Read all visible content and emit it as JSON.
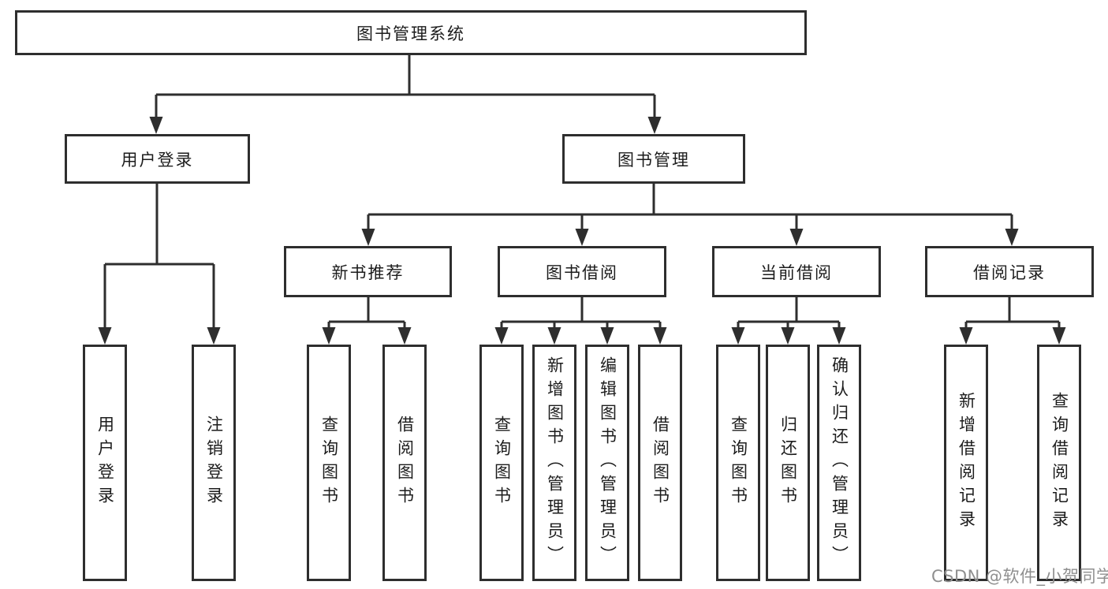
{
  "colors": {
    "line": "#2e2e2e",
    "box_border": "#2e2e2e",
    "text": "#1c1c1c",
    "watermark": "#8f8f8f",
    "background": "#ffffff"
  },
  "watermark": {
    "text": "CSDN @软件_小贺同学"
  },
  "tree": {
    "root": {
      "label": "图书管理系统",
      "children": [
        {
          "label": "用户登录",
          "children": [
            {
              "label": "用户登录"
            },
            {
              "label": "注销登录"
            }
          ]
        },
        {
          "label": "图书管理",
          "children": [
            {
              "label": "新书推荐",
              "children": [
                {
                  "label": "查询图书"
                },
                {
                  "label": "借阅图书"
                }
              ]
            },
            {
              "label": "图书借阅",
              "children": [
                {
                  "label": "查询图书"
                },
                {
                  "label": "新增图书（管理员）"
                },
                {
                  "label": "编辑图书（管理员）"
                },
                {
                  "label": "借阅图书"
                }
              ]
            },
            {
              "label": "当前借阅",
              "children": [
                {
                  "label": "查询图书"
                },
                {
                  "label": "归还图书"
                },
                {
                  "label": "确认归还（管理员）"
                }
              ]
            },
            {
              "label": "借阅记录",
              "children": [
                {
                  "label": "新增借阅记录"
                },
                {
                  "label": "查询借阅记录"
                }
              ]
            }
          ]
        }
      ]
    }
  }
}
